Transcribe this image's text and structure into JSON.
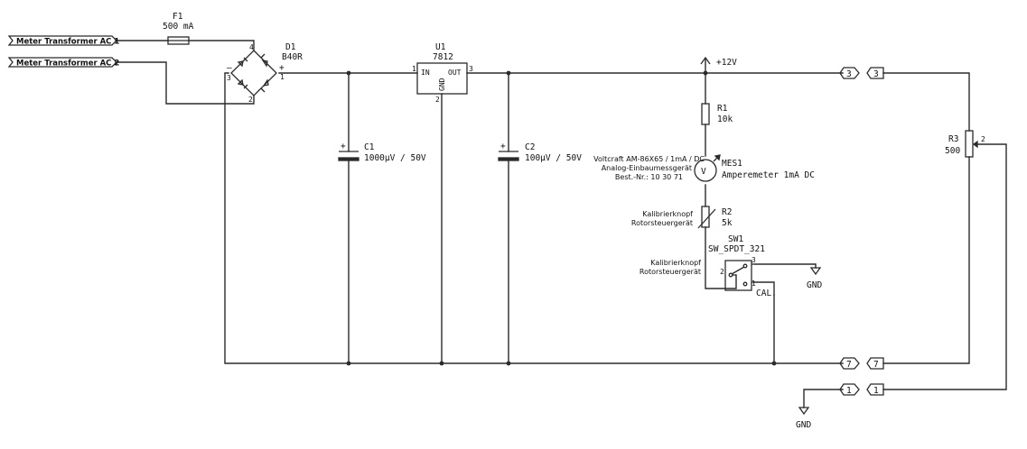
{
  "labels": {
    "ac1": "Meter Transformer AC 1",
    "ac2": "Meter Transformer AC 2"
  },
  "fuse": {
    "ref": "F1",
    "value": "500 mA"
  },
  "bridge": {
    "ref": "D1",
    "value": "B40R",
    "pin_plus": "+",
    "pin_minus": "–",
    "pin1": "1",
    "pin2": "2",
    "pin3": "3",
    "pin4": "4"
  },
  "c1": {
    "ref": "C1",
    "value": "1000µV / 50V",
    "plus": "+"
  },
  "reg": {
    "ref": "U1",
    "value": "7812",
    "in": "IN",
    "out": "OUT",
    "gnd": "GND",
    "pin1": "1",
    "pin2": "2",
    "pin3": "3"
  },
  "c2": {
    "ref": "C2",
    "value": "100µV / 50V",
    "plus": "+"
  },
  "power": {
    "net": "+12V"
  },
  "r1": {
    "ref": "R1",
    "value": "10k"
  },
  "meter": {
    "ref": "MES1",
    "value": "Amperemeter 1mA DC",
    "symbol": "V",
    "note1": "Voltcraft AM-86X65 / 1mA / DC",
    "note2": "Analog-Einbaumessgerät",
    "note3": "Best.-Nr.: 10 30 71"
  },
  "r2": {
    "ref": "R2",
    "value": "5k",
    "note1": "Kalibrierknopf",
    "note2": "Rotorsteuergerät"
  },
  "sw": {
    "ref": "SW1",
    "value": "SW_SPDT_321",
    "note1": "Kalibrierknopf",
    "note2": "Rotorsteuergerät",
    "pin1": "1",
    "pin2": "2",
    "pin3": "3",
    "cal": "CAL."
  },
  "gnd_sw": "GND",
  "gnd_bottom": "GND",
  "r3": {
    "ref": "R3",
    "value": "500",
    "pin2": "2"
  },
  "connectors": {
    "out3": "3",
    "in3": "3",
    "out7": "7",
    "in7": "7",
    "out1": "1",
    "in1": "1"
  }
}
